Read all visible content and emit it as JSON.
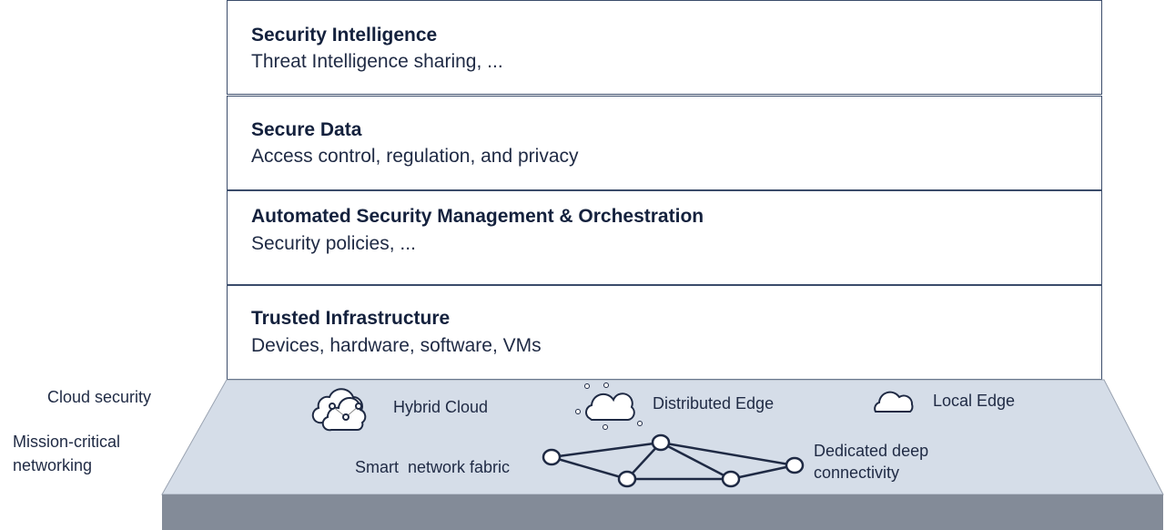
{
  "layers": [
    {
      "title": "Security Intelligence",
      "subtitle": "Threat Intelligence sharing, ..."
    },
    {
      "title": "Secure Data",
      "subtitle": "Access control, regulation, and privacy"
    },
    {
      "title": "Automated Security Management & Orchestration",
      "subtitle": "Security policies, ..."
    },
    {
      "title": "Trusted Infrastructure",
      "subtitle": "Devices, hardware, software, VMs"
    }
  ],
  "side_labels": {
    "cloud": "Cloud security",
    "networking": "Mission-critical networking"
  },
  "platform": {
    "hybrid_cloud": "Hybrid Cloud",
    "distributed_edge": "Distributed Edge",
    "local_edge": "Local Edge",
    "fabric": "Smart  network fabric",
    "dedicated": "Dedicated deep connectivity"
  },
  "colors": {
    "platform": "#d5dde8",
    "base": "#838b98",
    "border": "#1f2a44"
  }
}
